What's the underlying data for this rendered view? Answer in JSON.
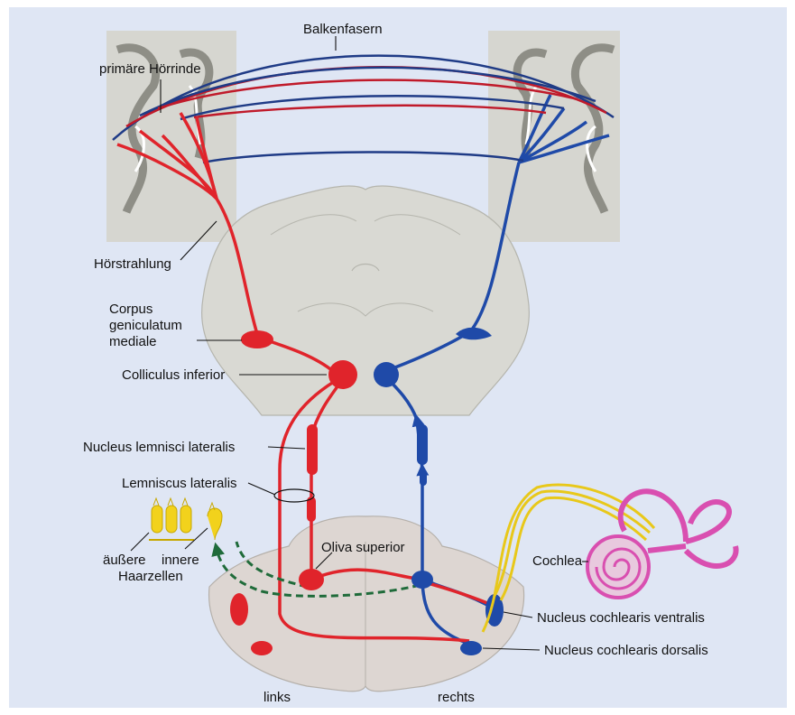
{
  "labels": {
    "balkenfasern": "Balkenfasern",
    "primaere_hoerrinde": "primäre Hörrinde",
    "hoerstrahlung": "Hörstrahlung",
    "corpus_line1": "Corpus",
    "corpus_line2": "geniculatum",
    "corpus_line3": "mediale",
    "colliculus_inferior": "Colliculus inferior",
    "nucleus_lemnisci_lateralis": "Nucleus lemnisci lateralis",
    "lemniscus_lateralis": "Lemniscus lateralis",
    "aeussere": "äußere",
    "innere": "innere",
    "haarzellen": "Haarzellen",
    "oliva_superior": "Oliva superior",
    "cochlea": "Cochlea",
    "nucleus_cochlearis_ventralis": "Nucleus cochlearis ventralis",
    "nucleus_cochlearis_dorsalis": "Nucleus cochlearis dorsalis",
    "links": "links",
    "rechts": "rechts"
  },
  "colors": {
    "background": "#dfe6f4",
    "tissue": "#dcdcd7",
    "left_pathway": "#e0242b",
    "right_pathway": "#1f4aa8",
    "hair_cells": "#f2d21c",
    "cochlea": "#d94fb0",
    "dashed_efferent": "#1f6b3a"
  }
}
